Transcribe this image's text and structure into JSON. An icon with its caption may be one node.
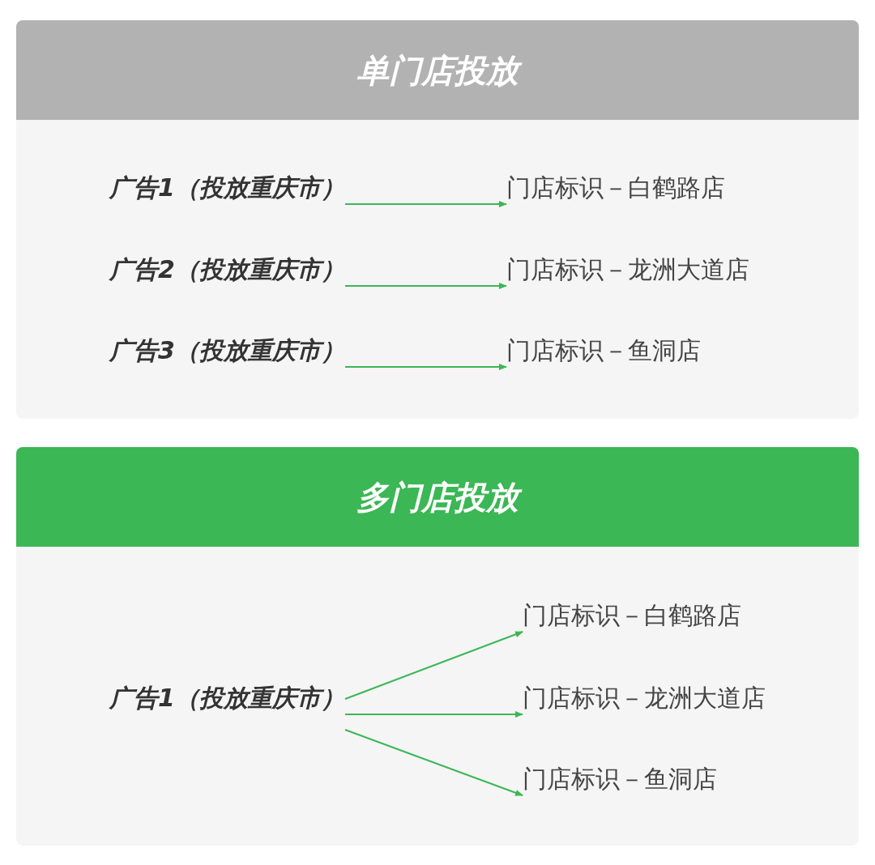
{
  "diagram": {
    "nodes": [
      {
        "text": [
          "单门店投放"
        ]
      },
      {
        "text": [
          "广告1（投放重庆市）"
        ],
        "in": 0
      },
      {
        "text": [
          "门店标识－白鹤路店"
        ],
        "in": 0
      },
      {
        "text": [
          "广告2（投放重庆市）"
        ],
        "in": 0
      },
      {
        "text": [
          "门店标识－龙洲大道店"
        ],
        "in": 0
      },
      {
        "text": [
          "广告3（投放重庆市）"
        ],
        "in": 0
      },
      {
        "text": [
          "门店标识－鱼洞店"
        ],
        "in": 0
      },
      {
        "text": [
          "多门店投放"
        ]
      },
      {
        "text": [
          "广告1（投放重庆市）"
        ],
        "in": 7
      },
      {
        "text": [
          "门店标识－白鹤路店"
        ],
        "in": 7
      },
      {
        "text": [
          "门店标识－龙洲大道店"
        ],
        "in": 7
      },
      {
        "text": [
          "门店标识－鱼洞店"
        ],
        "in": 7
      }
    ],
    "edges": [
      {
        "from": 1,
        "to": 2,
        "arrow": "to"
      },
      {
        "from": 3,
        "to": 4,
        "arrow": "to"
      },
      {
        "from": 5,
        "to": 6,
        "arrow": "to"
      },
      {
        "from": 8,
        "to": 9,
        "arrow": "to"
      },
      {
        "from": 8,
        "to": 10,
        "arrow": "to"
      },
      {
        "from": 8,
        "to": 11,
        "arrow": "to"
      }
    ]
  }
}
